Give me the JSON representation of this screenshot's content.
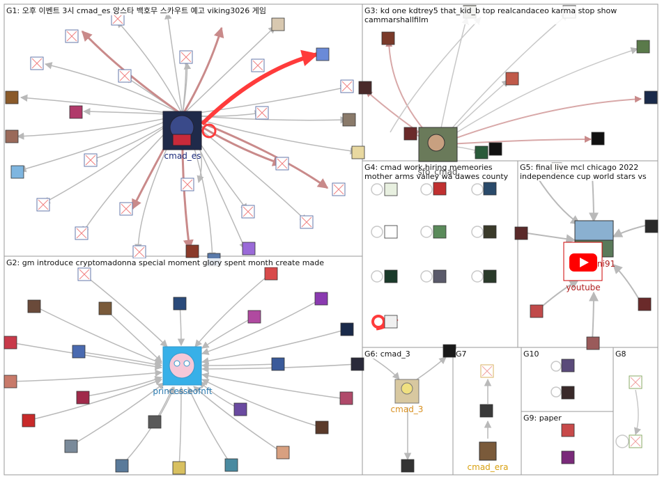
{
  "colors": {
    "edge": "#b9b9b9",
    "edge_strong": "#ff3b3b",
    "edge_mid": "#c98a8a",
    "frame": "#9a9a9a",
    "broken": "#f08080"
  },
  "groups": [
    {
      "id": "G1",
      "label": "G1: 오후 이벤트 3시 cmad_es 앙스타 백호무 스카우트 예고 viking3026 게임"
    },
    {
      "id": "G2",
      "label": "G2: gm introduce cryptomadonna special moment glory spent month create made"
    },
    {
      "id": "G3",
      "label": "G3: kd one kdtrey5 that_kid_b top realcandaceo karma stop show cammarshallfilm"
    },
    {
      "id": "G4",
      "label": "G4: cmad work hiring memeories mother arms valley wa dawes county"
    },
    {
      "id": "G5",
      "label": "G5: final live mcl chicago 2022 independence cup world stars vs"
    },
    {
      "id": "G6",
      "label": "G6: cmad_3"
    },
    {
      "id": "G7",
      "label": "G7"
    },
    {
      "id": "G10",
      "label": "G10"
    },
    {
      "id": "G8",
      "label": "G8"
    },
    {
      "id": "G9",
      "label": "G9: paper"
    }
  ],
  "hubs": {
    "cmad_es": "cmad_es",
    "princesseofnft": "princesseofnft",
    "sfo_cmad": "sfo_cmad",
    "ni91": "ni91",
    "youtube": "youtube",
    "cmad_3": "cmad_3",
    "cmad_era": "cmad_era"
  }
}
